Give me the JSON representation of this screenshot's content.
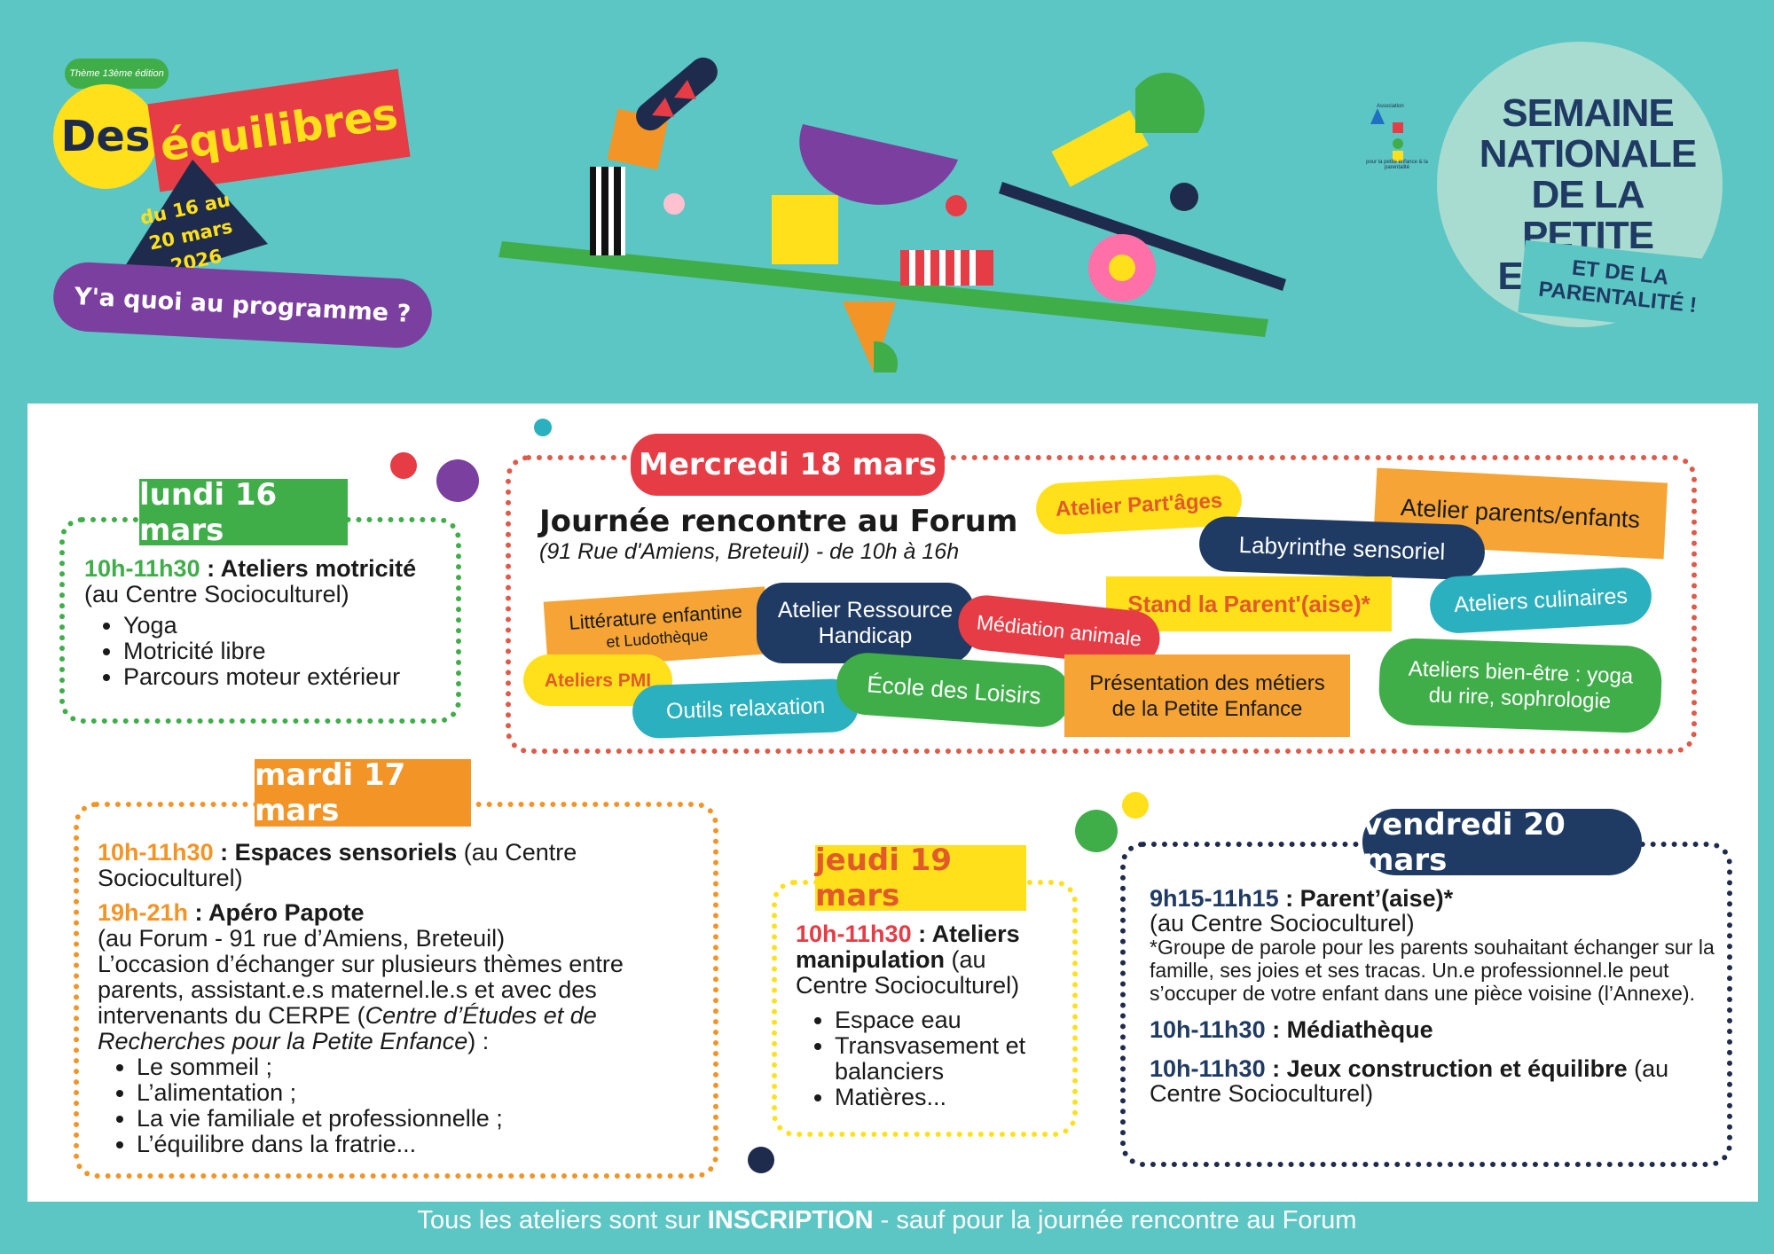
{
  "header": {
    "theme_label": "Thème 13ème édition",
    "des": "Des",
    "equilibres": "équilibres",
    "date_line1": "du 16 au",
    "date_line2": "20 mars 2026",
    "programme": "Y'a quoi au programme ?",
    "acpe_small": "Association",
    "acpe_tagline": "pour la petite enfance & la parentalité",
    "snpe_title_lines": [
      "SEMAINE",
      "NATIONALE",
      "DE LA PETITE",
      "ENFANCE"
    ],
    "snpe_subtitle_line1": "ET DE LA",
    "snpe_subtitle_line2": "PARENTALITÉ !"
  },
  "lundi": {
    "tab": "lundi 16 mars",
    "time": "10h-11h30",
    "title": " : Ateliers motricité",
    "place": "(au Centre Socioculturel)",
    "items": [
      "Yoga",
      "Motricité libre",
      "Parcours moteur extérieur"
    ]
  },
  "mercredi": {
    "tab": "Mercredi 18 mars",
    "title": "Journée rencontre au Forum",
    "subtitle": "(91 Rue d'Amiens, Breteuil) - de 10h à 16h",
    "chips": {
      "partages": "Atelier Part'âges",
      "parents_enfants": "Atelier parents/enfants",
      "labyrinthe": "Labyrinthe sensoriel",
      "stand": "Stand la Parent'(aise)*",
      "culinaires": "Ateliers culinaires",
      "litterature": "Littérature enfantine",
      "litterature2": "et Ludothèque",
      "ressource": "Atelier Ressource",
      "ressource2": "Handicap",
      "mediation": "Médiation animale",
      "bienetre": "Ateliers bien-être : yoga",
      "bienetre2": "du rire, sophrologie",
      "pmi": "Ateliers PMI",
      "relaxation": "Outils relaxation",
      "loisirs": "École des Loisirs",
      "metiers": "Présentation des métiers",
      "metiers2": "de la Petite Enfance"
    }
  },
  "mardi": {
    "tab": "mardi 17 mars",
    "a_time": "10h-11h30",
    "a_title": " : Espaces sensoriels",
    "a_place": " (au Centre Socioculturel)",
    "b_time": "19h-21h",
    "b_title": " : Apéro Papote",
    "b_place": "(au Forum - 91 rue d’Amiens, Breteuil)",
    "b_desc": "L’occasion d’échanger sur plusieurs thèmes entre parents, assistant.e.s maternel.le.s et avec des intervenants du CERPE (",
    "b_desc_italic": "Centre d’Études et de Recherches pour la Petite Enfance",
    "b_desc_end": ") :",
    "items": [
      "Le sommeil ;",
      "L’alimentation ;",
      "La vie familiale et professionnelle ;",
      "L’équilibre dans la fratrie..."
    ]
  },
  "jeudi": {
    "tab": "jeudi 19 mars",
    "time": "10h-11h30",
    "title": " : Ateliers manipulation",
    "place": " (au Centre Socioculturel)",
    "items": [
      "Espace eau",
      "Transvasement et balanciers",
      "Matières..."
    ]
  },
  "vendredi": {
    "tab": "vendredi 20 mars",
    "a_time": "9h15-11h15",
    "a_title": " : Parent’(aise)*",
    "a_place": "(au Centre Socioculturel)",
    "a_note": "*Groupe de parole pour les parents souhaitant échanger sur la famille, ses joies et ses tracas. Un.e professionnel.le peut s’occuper de votre enfant dans une pièce voisine (l’Annexe).",
    "b_time": "10h-11h30",
    "b_title": " : Médiathèque",
    "c_time": "10h-11h30",
    "c_title": " : Jeux construction et équilibre",
    "c_place": " (au Centre Socioculturel)"
  },
  "footer": {
    "pre": "Tous les ateliers sont sur ",
    "bold": "INSCRIPTION",
    "post": " - sauf pour la journée rencontre au Forum"
  },
  "colors": {
    "background": "#5cc6c4",
    "green": "#3fae49",
    "red": "#e63c45",
    "orange": "#f29426",
    "yellow": "#ffe01b",
    "navy": "#1f3b63",
    "purple": "#7b3fa0"
  }
}
